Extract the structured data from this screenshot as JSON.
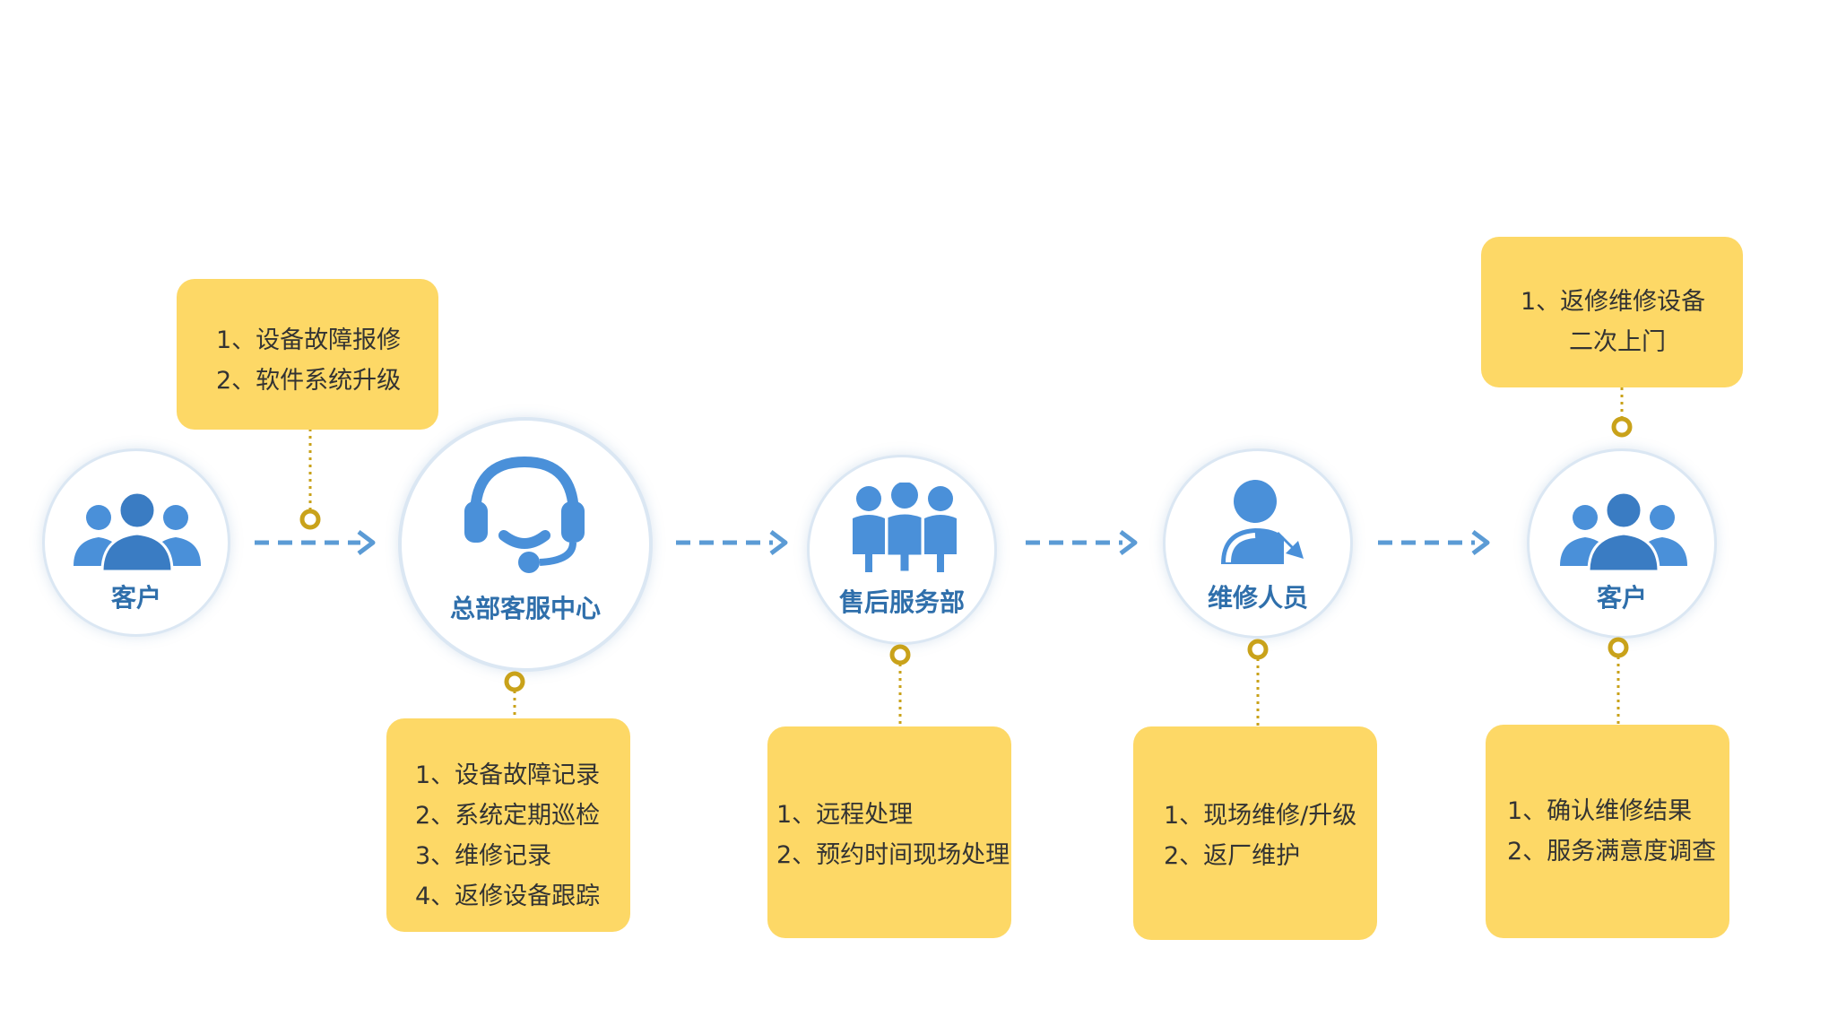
{
  "nodes": [
    {
      "label": "客户",
      "icon": "customers-icon"
    },
    {
      "label": "总部客服中心",
      "icon": "headset-icon"
    },
    {
      "label": "售后服务部",
      "icon": "team-icon"
    },
    {
      "label": "维修人员",
      "icon": "repair-person-icon"
    },
    {
      "label": "客户",
      "icon": "customers-icon"
    }
  ],
  "notes": {
    "customer_request": [
      "1、设备故障报修",
      "2、软件系统升级"
    ],
    "service_center": [
      "1、设备故障记录",
      "2、系统定期巡检",
      "3、维修记录",
      "4、返修设备跟踪"
    ],
    "after_sales": [
      "1、远程处理",
      "2、预约时间现场处理"
    ],
    "repair_staff": [
      "1、现场维修/升级",
      "2、返厂维护"
    ],
    "customer_revisit": [
      "1、返修维修设备",
      "二次上门"
    ],
    "customer_feedback": [
      "1、确认维修结果",
      "2、服务满意度调查"
    ]
  },
  "colors": {
    "icon_blue": "#4a90d9",
    "label_blue": "#2f6fab",
    "note_yellow": "#fdd866",
    "connector_gold": "#c9a21a",
    "arrow_blue": "#5b9bd5"
  }
}
